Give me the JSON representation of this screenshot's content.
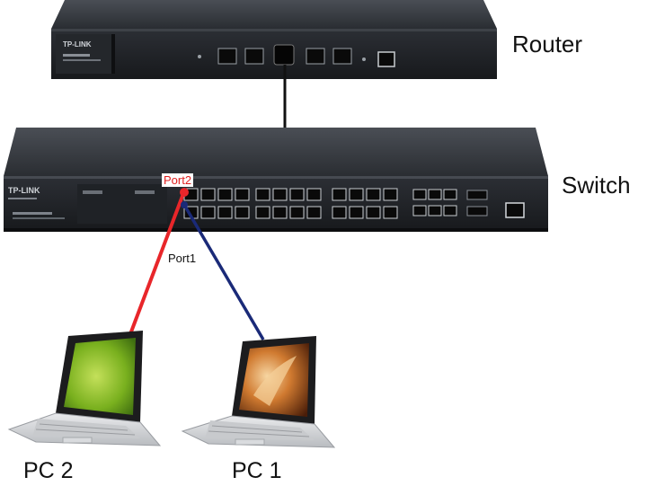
{
  "devices": {
    "router": {
      "label": "Router",
      "brand": "TP-LINK"
    },
    "switch": {
      "label": "Switch",
      "brand": "TP-LINK"
    },
    "pc1": {
      "label": "PC 1"
    },
    "pc2": {
      "label": "PC 2"
    }
  },
  "ports": {
    "port1": {
      "label": "Port1"
    },
    "port2": {
      "label": "Port2"
    }
  },
  "colors": {
    "device_body": "#2b2e33",
    "device_face": "#1b1d21",
    "uplink_cable": "#111111",
    "pc2_cable": "#e8262a",
    "pc1_cable": "#1a2a78",
    "port2_label": "#e02020",
    "pc2_screen": "#7ab020",
    "pc1_screen": "#d8823a"
  }
}
